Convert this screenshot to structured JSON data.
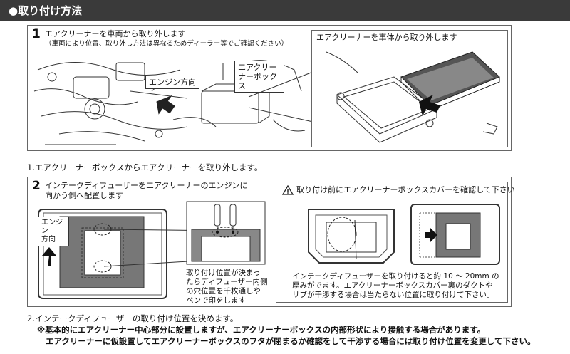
{
  "header": {
    "title": "●取り付け方法"
  },
  "step1": {
    "number": "1",
    "title": "エアクリーナーを車両から取り外します",
    "subtitle": "（車両により位置、取り外し方法は異なるためディーラー等でご確認ください）",
    "label_engine": "エンジン方向",
    "label_box_line1": "エアクリー",
    "label_box_line2": "ナーボックス",
    "detail_title": "エアクリーナーを車体から取り外します",
    "caption": "1.エアクリーナーボックスからエアクリーナーを取り外します。"
  },
  "step2": {
    "number": "2",
    "title_line1": "インテークディフューザーをエアクリーナーのエンジンに",
    "title_line2": "向かう側へ配置します",
    "engine_line1": "エンジン",
    "engine_line2": "方向",
    "mid_text": [
      "取り付け位置が決まっ",
      "たらディフューザー内側",
      "の穴位置を千枚通しや",
      "ペンで印をします"
    ],
    "warning": "取り付け前にエアクリーナーボックスカバーを確認して下さい",
    "right_text": [
      "インテークディフューザーを取り付けると約 10 ～ 20mm の",
      "厚みがでます。エアクリーナーボックスカバー裏のダクトや",
      "リブが干渉する場合は当たらない位置に取り付けて下さい。"
    ],
    "caption": "2.インテークディフューザーの取り付け位置を決めます。"
  },
  "notes": {
    "line1": "※基本的にエアクリーナー中心部分に設置しますが、エアクリーナーボックスの内部形状により接触する場合があります。",
    "line2": "エアクリーナーに仮設置してエアクリーナーボックスのフタが閉まるか確認をして干渉する場合には取り付け位置を変更して下さい。"
  }
}
